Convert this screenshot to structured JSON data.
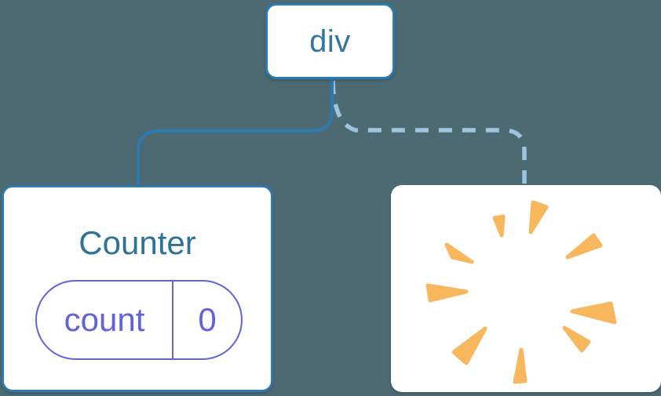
{
  "diagram": {
    "description": "component tree: div root with Counter child (solid edge) and removed child shown as poof (dashed edge)",
    "root": {
      "label": "div"
    },
    "children": [
      {
        "title": "Counter",
        "edge_style": "solid",
        "state": {
          "key": "count",
          "value": "0"
        }
      },
      {
        "icon": "poof-explosion-icon",
        "edge_style": "dashed"
      }
    ]
  },
  "colors": {
    "bg": "#4D6A73",
    "edge": "#2B7AB0",
    "edge-dashed": "#9FC4DE",
    "text-blue": "#35769E",
    "title-blue": "#2F7298",
    "pill": "#6262D9",
    "poof": "#F8B75D",
    "card": "#FFFFFF"
  }
}
